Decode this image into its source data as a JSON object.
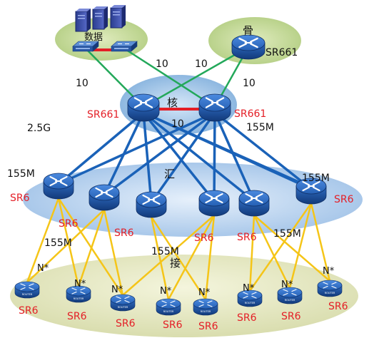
{
  "colors": {
    "trunk_blue": "#1a62b8",
    "access_yellow": "#f5c518",
    "uplink_green": "#23a85a",
    "core_red": "#e41e26",
    "label_red": "#e41e26",
    "label_black": "#111111",
    "core_zone": "#9dc3e6",
    "agg_zone": "#b8d3ef",
    "access_zone": "#e8ebc4",
    "dc_zone": "#c9dd9c",
    "backbone_zone": "#c9dd9c",
    "router_body": "#1e4e9c",
    "router_top": "#2e6fc6"
  },
  "zones": {
    "data_center": "数据",
    "backbone": "骨",
    "core": "核",
    "aggregation": "汇",
    "access": "接"
  },
  "devices": {
    "backbone_router": "SR661",
    "core_left": "SR661",
    "core_right": "SR661",
    "agg_row": [
      "SR6",
      "SR6",
      "SR6",
      "SR6",
      "SR6",
      "SR6",
      "SR6"
    ],
    "access_row": [
      "SR6",
      "SR6",
      "SR6",
      "SR6",
      "SR6",
      "SR6",
      "SR6",
      "SR6"
    ],
    "access_mark": "N*",
    "access_small_text": "ROUTER"
  },
  "link_labels": {
    "uplink_left_a": "10",
    "uplink_left_b": "10",
    "uplink_right_a": "10",
    "uplink_right_b": "10",
    "core_interlink": "10",
    "core_left_rate": "2.5G",
    "core_right_rate": "155M",
    "agg_left_rate": "155M",
    "agg_right_rate": "155M",
    "access_left_rate": "155M",
    "access_mid_rate": "155M",
    "access_right_rate": "155M"
  }
}
